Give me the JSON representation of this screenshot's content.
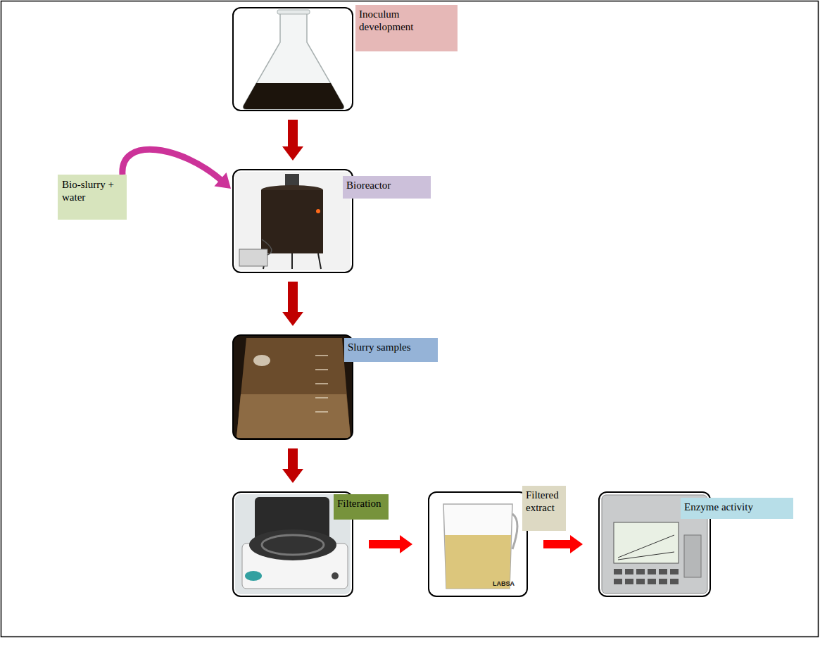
{
  "diagram": {
    "nodes": [
      {
        "text": [
          "Inoculum development"
        ]
      },
      {
        "text": [
          "Bio-slurry + water"
        ]
      },
      {
        "text": [
          "Bioreactor"
        ]
      },
      {
        "text": [
          "Slurry samples"
        ]
      },
      {
        "text": [
          "Filteration"
        ]
      },
      {
        "text": [
          "Filtered extract"
        ]
      },
      {
        "text": [
          "Enzyme activity"
        ]
      }
    ],
    "edges": [
      {
        "from": 0,
        "to": 2,
        "arrow": "to"
      },
      {
        "from": 1,
        "to": 2,
        "arrow": "to"
      },
      {
        "from": 2,
        "to": 3,
        "arrow": "to"
      },
      {
        "from": 3,
        "to": 4,
        "arrow": "to"
      },
      {
        "from": 4,
        "to": 5,
        "arrow": "to"
      },
      {
        "from": 5,
        "to": 6,
        "arrow": "to"
      }
    ],
    "labels": [
      "LABSA"
    ]
  }
}
